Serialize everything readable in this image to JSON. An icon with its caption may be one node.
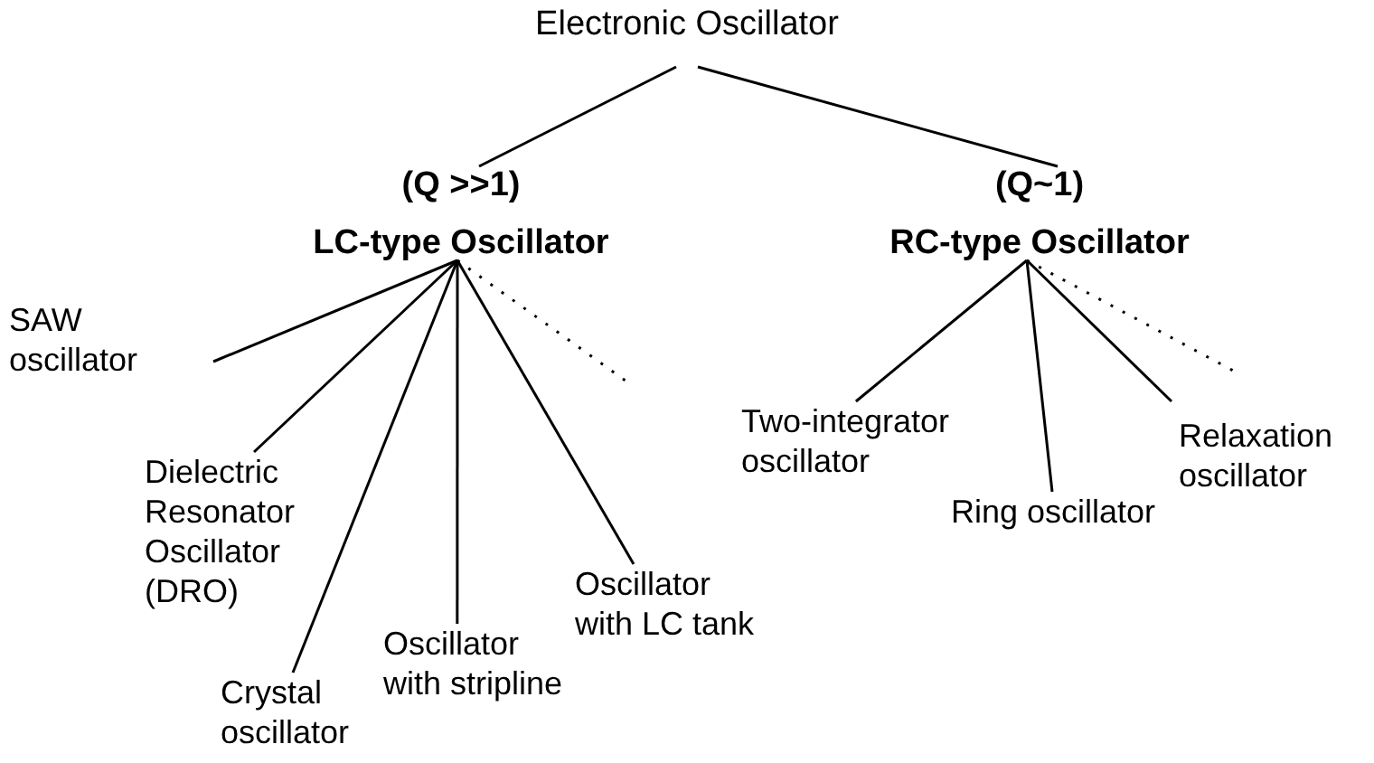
{
  "diagram": {
    "nodes": [
      {
        "text": [
          "Electronic Oscillator"
        ]
      },
      {
        "text": [
          "(Q >>1)",
          "LC-type Oscillator"
        ]
      },
      {
        "text": [
          "(Q~1)",
          "RC-type Oscillator"
        ]
      },
      {
        "text": [
          "SAW oscillator"
        ]
      },
      {
        "text": [
          "Dielectric Resonator Oscillator (DRO)"
        ]
      },
      {
        "text": [
          "Crystal oscillator"
        ]
      },
      {
        "text": [
          "Oscillator with stripline"
        ]
      },
      {
        "text": [
          "Oscillator with LC tank"
        ]
      },
      {
        "text": [
          "Two-integrator oscillator"
        ]
      },
      {
        "text": [
          "Ring oscillator"
        ]
      },
      {
        "text": [
          "Relaxation oscillator"
        ]
      }
    ],
    "edges": [
      {
        "from": 0,
        "to": 1,
        "arrow": "none"
      },
      {
        "from": 0,
        "to": 2,
        "arrow": "none"
      },
      {
        "from": 1,
        "to": 3,
        "arrow": "none"
      },
      {
        "from": 1,
        "to": 4,
        "arrow": "none"
      },
      {
        "from": 1,
        "to": 5,
        "arrow": "none"
      },
      {
        "from": 1,
        "to": 6,
        "arrow": "none"
      },
      {
        "from": 1,
        "to": 7,
        "arrow": "none"
      },
      {
        "from": 1,
        "to": null,
        "arrow": "none",
        "style": "dashed"
      },
      {
        "from": 2,
        "to": 8,
        "arrow": "none"
      },
      {
        "from": 2,
        "to": 9,
        "arrow": "none"
      },
      {
        "from": 2,
        "to": 10,
        "arrow": "none"
      },
      {
        "from": 2,
        "to": null,
        "arrow": "none",
        "style": "dashed"
      }
    ]
  }
}
